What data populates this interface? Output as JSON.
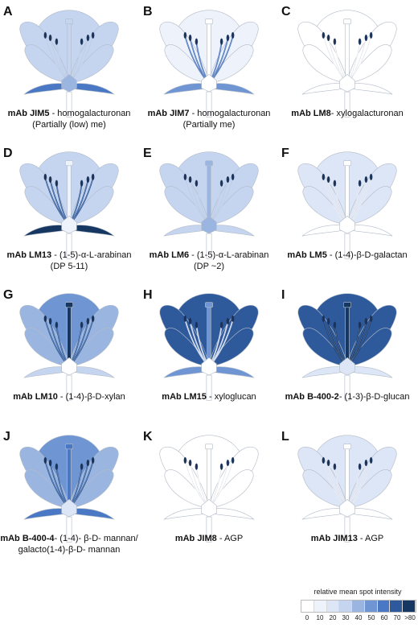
{
  "colors": {
    "level0": "#ffffff",
    "level10": "#eef2fb",
    "level20": "#dde6f6",
    "level30": "#c5d5f0",
    "level40": "#9ab6e0",
    "level50": "#6f95d3",
    "level60": "#4b78c4",
    "level70": "#2e5a9c",
    "level80": "#173763",
    "outline": "#b4bcc8"
  },
  "panels": [
    {
      "letter": "A",
      "antibody": "mAb JIM5",
      "description": " - homogalacturonan",
      "line2": "(Partially (low) me)",
      "fill": {
        "petal_back": "#c5d5f0",
        "petal_side": "#c5d5f0",
        "petal_front": "#c5d5f0",
        "sepal": "#4b78c4",
        "stamen": "#c5d5f0",
        "pistil": "#c5d5f0",
        "ovary": "#9ab6e0"
      }
    },
    {
      "letter": "B",
      "antibody": "mAb JIM7",
      "description": " - homogalacturonan",
      "line2": "(Partially me)",
      "fill": {
        "petal_back": "#eef2fb",
        "petal_side": "#eef2fb",
        "petal_front": "#eef2fb",
        "sepal": "#6f95d3",
        "stamen": "#4b78c4",
        "pistil": "#ffffff",
        "ovary": "#ffffff"
      }
    },
    {
      "letter": "C",
      "antibody": "mAb LM8",
      "description": "- xylogalacturonan",
      "line2": "",
      "fill": {
        "petal_back": "#ffffff",
        "petal_side": "#ffffff",
        "petal_front": "#ffffff",
        "sepal": "#ffffff",
        "stamen": "#ffffff",
        "pistil": "#ffffff",
        "ovary": "#ffffff"
      }
    },
    {
      "letter": "D",
      "antibody": "mAb LM13",
      "description": " - (1-5)-α-L-arabinan",
      "line2": "(DP 5-11)",
      "fill": {
        "petal_back": "#c5d5f0",
        "petal_side": "#c5d5f0",
        "petal_front": "#c5d5f0",
        "sepal": "#173763",
        "stamen": "#2e5a9c",
        "pistil": "#eef2fb",
        "ovary": "#eef2fb"
      }
    },
    {
      "letter": "E",
      "antibody": "mAb LM6",
      "description": " - (1-5)-α-L-arabinan",
      "line2": "(DP ~2)",
      "fill": {
        "petal_back": "#c5d5f0",
        "petal_side": "#c5d5f0",
        "petal_front": "#c5d5f0",
        "sepal": "#c5d5f0",
        "stamen": "#c5d5f0",
        "pistil": "#9ab6e0",
        "ovary": "#9ab6e0"
      }
    },
    {
      "letter": "F",
      "antibody": "mAb LM5",
      "description": " - (1-4)-β-D-galactan",
      "line2": "",
      "fill": {
        "petal_back": "#dde6f6",
        "petal_side": "#dde6f6",
        "petal_front": "#dde6f6",
        "sepal": "#ffffff",
        "stamen": "#eef2fb",
        "pistil": "#ffffff",
        "ovary": "#ffffff"
      }
    },
    {
      "letter": "G",
      "antibody": "mAb LM10",
      "description": " - (1-4)-β-D-xylan",
      "line2": "",
      "fill": {
        "petal_back": "#6f95d3",
        "petal_side": "#9ab6e0",
        "petal_front": "#9ab6e0",
        "sepal": "#c5d5f0",
        "stamen": "#2e5a9c",
        "pistil": "#173763",
        "ovary": "#ffffff"
      }
    },
    {
      "letter": "H",
      "antibody": "mAb LM15",
      "description": " - xyloglucan",
      "line2": "",
      "fill": {
        "petal_back": "#2e5a9c",
        "petal_side": "#2e5a9c",
        "petal_front": "#2e5a9c",
        "sepal": "#6f95d3",
        "stamen": "#dde6f6",
        "pistil": "#6f95d3",
        "ovary": "#ffffff"
      }
    },
    {
      "letter": "I",
      "antibody": "mAb B-400-2",
      "description": "- (1-3)-β-D-glucan",
      "line2": "",
      "fill": {
        "petal_back": "#2e5a9c",
        "petal_side": "#2e5a9c",
        "petal_front": "#2e5a9c",
        "sepal": "#dde6f6",
        "stamen": "#173763",
        "pistil": "#173763",
        "ovary": "#dde6f6"
      }
    },
    {
      "letter": "J",
      "antibody": "mAb B-400-4",
      "description": "- (1-4)- β-D- mannan/",
      "line2": "galacto(1-4)-β-D- mannan",
      "fill": {
        "petal_back": "#6f95d3",
        "petal_side": "#9ab6e0",
        "petal_front": "#9ab6e0",
        "sepal": "#4b78c4",
        "stamen": "#2e5a9c",
        "pistil": "#4b78c4",
        "ovary": "#dde6f6"
      }
    },
    {
      "letter": "K",
      "antibody": "mAb JIM8",
      "description": " - AGP",
      "line2": "",
      "fill": {
        "petal_back": "#ffffff",
        "petal_side": "#ffffff",
        "petal_front": "#ffffff",
        "sepal": "#ffffff",
        "stamen": "#ffffff",
        "pistil": "#ffffff",
        "ovary": "#ffffff"
      }
    },
    {
      "letter": "L",
      "antibody": "mAb JIM13",
      "description": " - AGP",
      "line2": "",
      "fill": {
        "petal_back": "#dde6f6",
        "petal_side": "#dde6f6",
        "petal_front": "#dde6f6",
        "sepal": "#ffffff",
        "stamen": "#eef2fb",
        "pistil": "#ffffff",
        "ovary": "#ffffff"
      }
    }
  ],
  "legend": {
    "title": "relative mean spot intensity",
    "ticks": [
      "0",
      "10",
      "20",
      "30",
      "40",
      "50",
      "60",
      "70",
      ">80"
    ],
    "swatch_colors": [
      "#ffffff",
      "#eef2fb",
      "#dde6f6",
      "#c5d5f0",
      "#9ab6e0",
      "#6f95d3",
      "#4b78c4",
      "#2e5a9c",
      "#173763"
    ]
  }
}
